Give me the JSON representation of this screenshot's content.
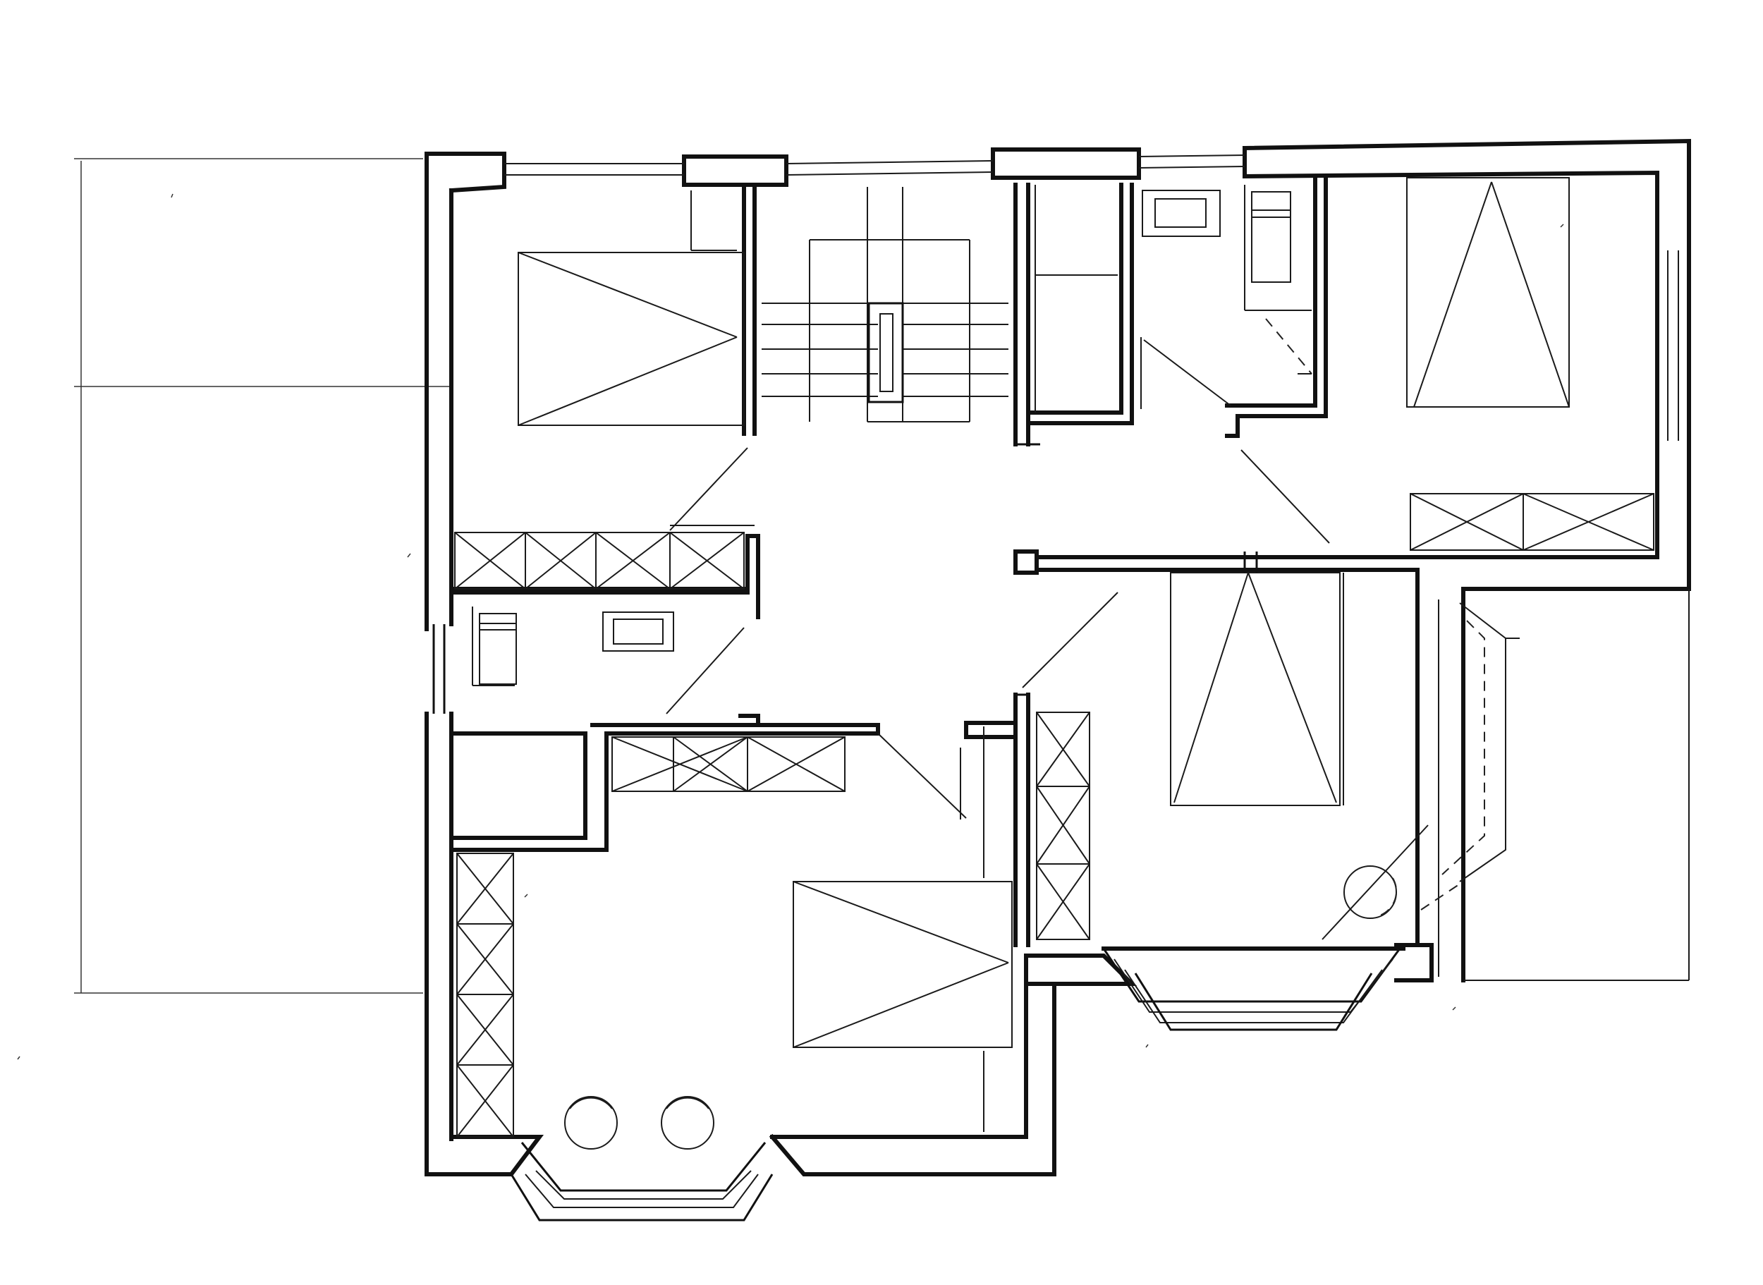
{
  "drawing": {
    "type": "floor-plan-sketch",
    "medium": "hand-drawn ink",
    "colors": {
      "ink": "#111111",
      "paper": "#ffffff"
    }
  },
  "rooms": [
    {
      "id": "bedroom-top-left",
      "furniture": [
        "bed"
      ]
    },
    {
      "id": "staircase",
      "furniture": [
        "stairs"
      ]
    },
    {
      "id": "utility-top",
      "furniture": [
        "cabinet"
      ]
    },
    {
      "id": "bathroom-top",
      "furniture": [
        "sink",
        "toilet"
      ]
    },
    {
      "id": "bedroom-top-right",
      "furniture": [
        "bed"
      ]
    },
    {
      "id": "bathroom-left",
      "furniture": [
        "sink",
        "toilet"
      ]
    },
    {
      "id": "bedroom-center-right",
      "furniture": [
        "bed",
        "wardrobe",
        "chair"
      ]
    },
    {
      "id": "bedroom-bottom-left",
      "furniture": [
        "bed",
        "wardrobe",
        "chairs"
      ]
    },
    {
      "id": "hallway",
      "furniture": []
    }
  ]
}
